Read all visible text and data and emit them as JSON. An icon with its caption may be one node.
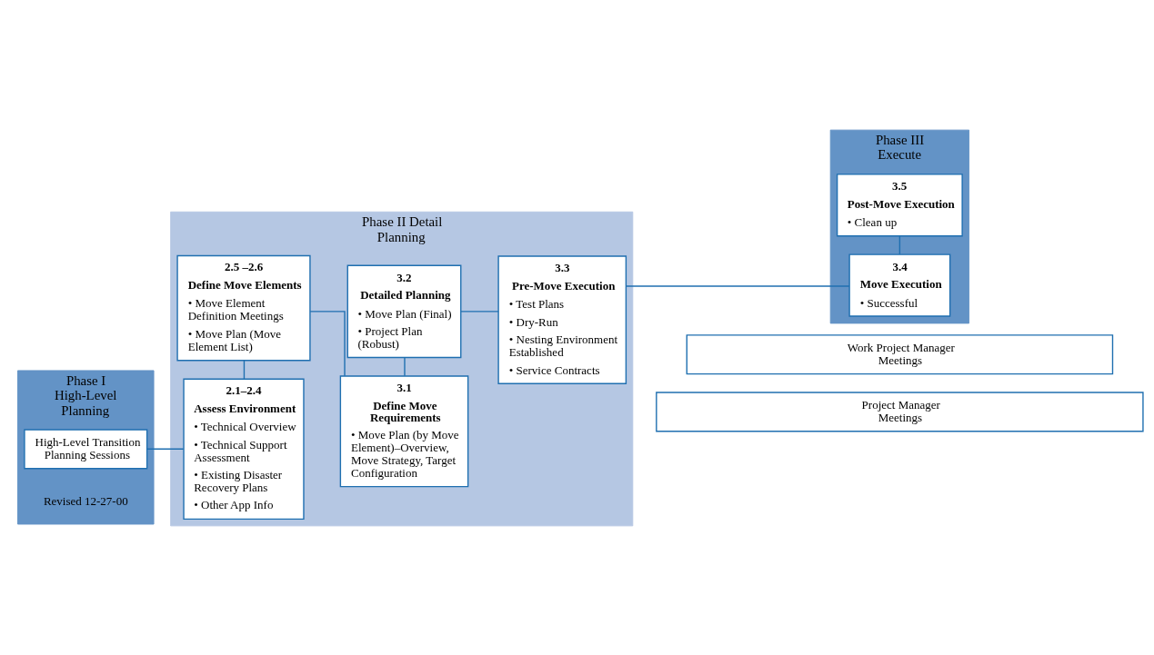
{
  "diagram": {
    "nodes": [
      {
        "text": [
          "Phase I High-Level Planning"
        ]
      },
      {
        "text": [
          "Phase II Detail Planning"
        ]
      },
      {
        "text": [
          "Phase III Execute"
        ]
      },
      {
        "text": [
          "High-Level Transition Planning Sessions"
        ],
        "in": 0
      },
      {
        "text": [
          "2.1–2.4",
          "Assess Environment",
          "• Technical Overview",
          "• Technical Support Assessment",
          "• Existing Disaster Recovery Plans",
          "• Other App Info"
        ],
        "in": 1
      },
      {
        "text": [
          "2.5 –2.6",
          "Define Move Elements",
          "• Move Element Definition Meetings",
          "• Move Plan (Move Element List)"
        ],
        "in": 1
      },
      {
        "text": [
          "3.1",
          "Define Move Requirements",
          "• Move Plan (by Move Element)–Overview, Move Strategy, Target Configuration"
        ],
        "in": 1
      },
      {
        "text": [
          "3.2",
          "Detailed Planning",
          "• Move Plan (Final)",
          "• Project Plan (Robust)"
        ],
        "in": 1
      },
      {
        "text": [
          "3.3",
          "Pre-Move Execution",
          "• Test Plans",
          "• Dry-Run",
          "• Nesting Environment Established",
          "• Service Contracts"
        ],
        "in": 1
      },
      {
        "text": [
          "3.4",
          "Move Execution",
          "• Successful"
        ],
        "in": 2
      },
      {
        "text": [
          "3.5",
          "Post-Move Execution",
          "• Clean up"
        ],
        "in": 2
      },
      {
        "text": [
          "Work Project Manager Meetings"
        ]
      },
      {
        "text": [
          "Project Manager Meetings"
        ]
      }
    ],
    "edges": [
      {
        "from": 3,
        "to": 4,
        "arrow": "none"
      },
      {
        "from": 4,
        "to": 5,
        "arrow": "none"
      },
      {
        "from": 5,
        "to": 6,
        "arrow": "none"
      },
      {
        "from": 6,
        "to": 7,
        "arrow": "none"
      },
      {
        "from": 7,
        "to": 8,
        "arrow": "none"
      },
      {
        "from": 8,
        "to": 9,
        "arrow": "none"
      },
      {
        "from": 9,
        "to": 10,
        "arrow": "none"
      }
    ],
    "labels": [
      "Revised 12-27-00"
    ]
  }
}
